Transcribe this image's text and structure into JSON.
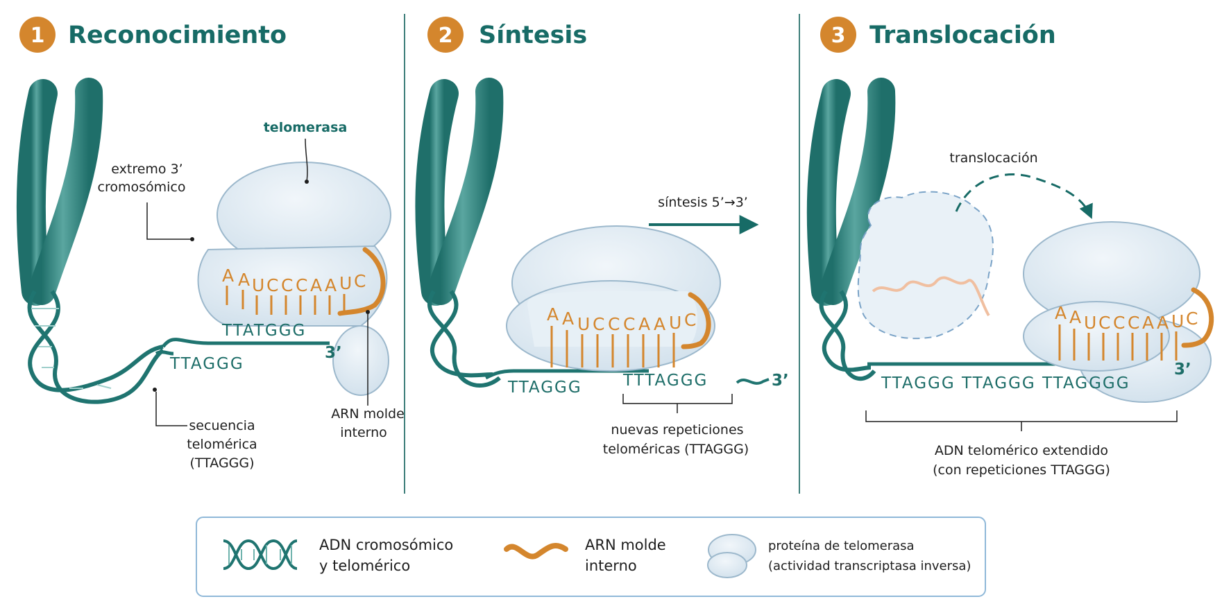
{
  "panels": [
    {
      "number": "1",
      "title": "Reconocimiento",
      "labels": {
        "enzyme": "telomerasa",
        "end_line1": "extremo 3’",
        "end_line2": "cromosómico",
        "rna_line1": "ARN molde",
        "rna_line2": "interno",
        "seq_line1": "secuencia",
        "seq_line2": "telomérica",
        "seq_line3": "(TTAGGG)"
      },
      "rna": [
        "A",
        "A",
        "U",
        "C",
        "C",
        "C",
        "A",
        "A",
        "U",
        "C"
      ],
      "dna_paired": "TTATGGG",
      "dna_lower": "TTAGGG",
      "end": "3’"
    },
    {
      "number": "2",
      "title": "Síntesis",
      "labels": {
        "arrow": "síntesis 5’→3’",
        "new_line1": "nuevas repeticiones",
        "new_line2": "teloméricas (TTAGGG)"
      },
      "rna": [
        "A",
        "A",
        "U",
        "C",
        "C",
        "C",
        "A",
        "A",
        "U",
        "C"
      ],
      "dna_left": "TTAGGG",
      "dna_new": "TTTAGGG",
      "end": "3’"
    },
    {
      "number": "3",
      "title": "Translocación",
      "labels": {
        "arrow": "translocación",
        "ext_line1": "ADN telomérico extendido",
        "ext_line2": "(con repeticiones TTAGGG)"
      },
      "rna": [
        "A",
        "A",
        "U",
        "C",
        "C",
        "C",
        "A",
        "A",
        "U",
        "C"
      ],
      "dna": "TTAGGG TTAGGG TTAGGGG",
      "end": "3’"
    }
  ],
  "legend": {
    "dna_line1": "ADN cromosómico",
    "dna_line2": "y telomérico",
    "rna_line1": "ARN molde",
    "rna_line2": "interno",
    "protein_line1": "proteína de telomerasa",
    "protein_line2": "(actividad transcriptasa inversa)"
  },
  "colors": {
    "teal": "#176b66",
    "orange": "#d4862d",
    "enzyme_fill": "#dfeaf2",
    "enzyme_stroke": "#9cb8cc"
  }
}
